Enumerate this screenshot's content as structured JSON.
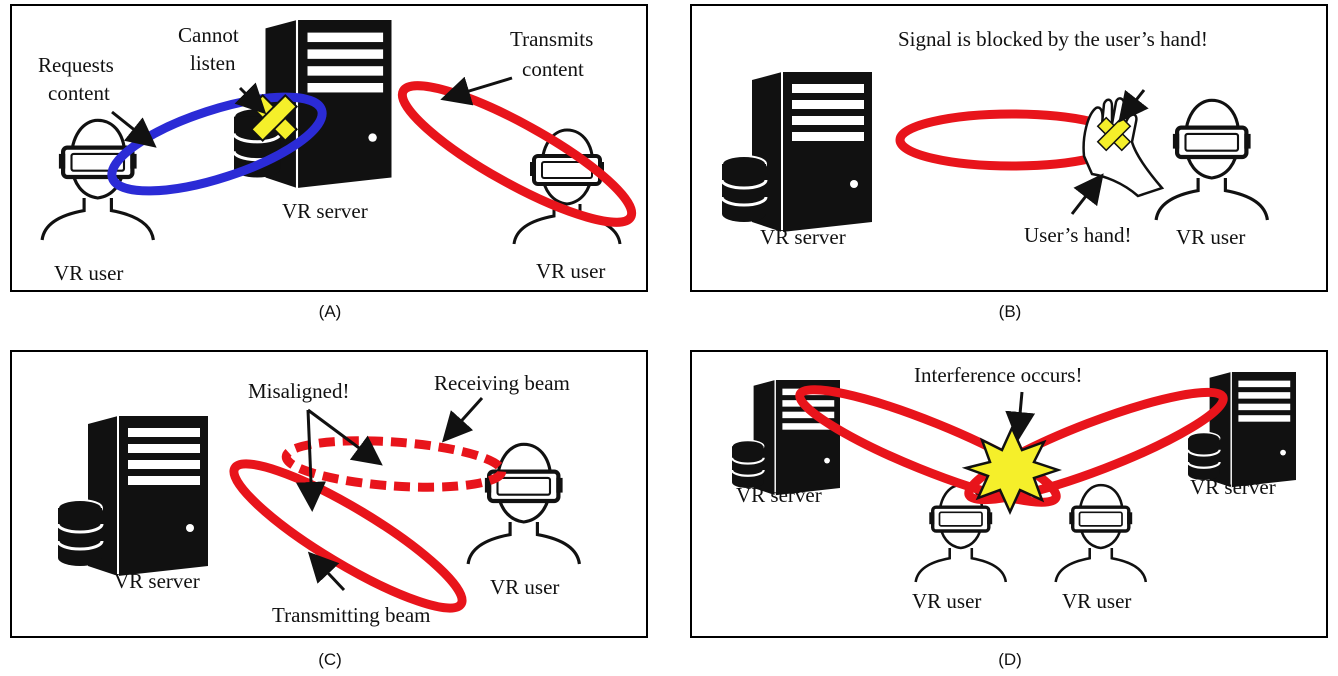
{
  "panels": {
    "a": {
      "caption": "(A)",
      "labels": {
        "requests_1": "Requests",
        "requests_2": "content",
        "cannot_1": "Cannot",
        "cannot_2": "listen",
        "transmits_1": "Transmits",
        "transmits_2": "content",
        "server": "VR server",
        "user_left": "VR user",
        "user_right": "VR user"
      }
    },
    "b": {
      "caption": "(B)",
      "labels": {
        "blocked": "Signal is blocked by the user’s hand!",
        "hand": "User’s hand!",
        "server": "VR server",
        "user": "VR user"
      }
    },
    "c": {
      "caption": "(C)",
      "labels": {
        "misaligned": "Misaligned!",
        "receiving": "Receiving beam",
        "transmitting": "Transmitting beam",
        "server": "VR server",
        "user": "VR user"
      }
    },
    "d": {
      "caption": "(D)",
      "labels": {
        "interference": "Interference occurs!",
        "server_left": "VR server",
        "server_right": "VR server",
        "user_left": "VR user",
        "user_right": "VR user"
      }
    }
  },
  "colors": {
    "beam_red": "#e8141b",
    "beam_blue": "#2b2bd6",
    "blocked_marker": "#f5ef2a"
  }
}
